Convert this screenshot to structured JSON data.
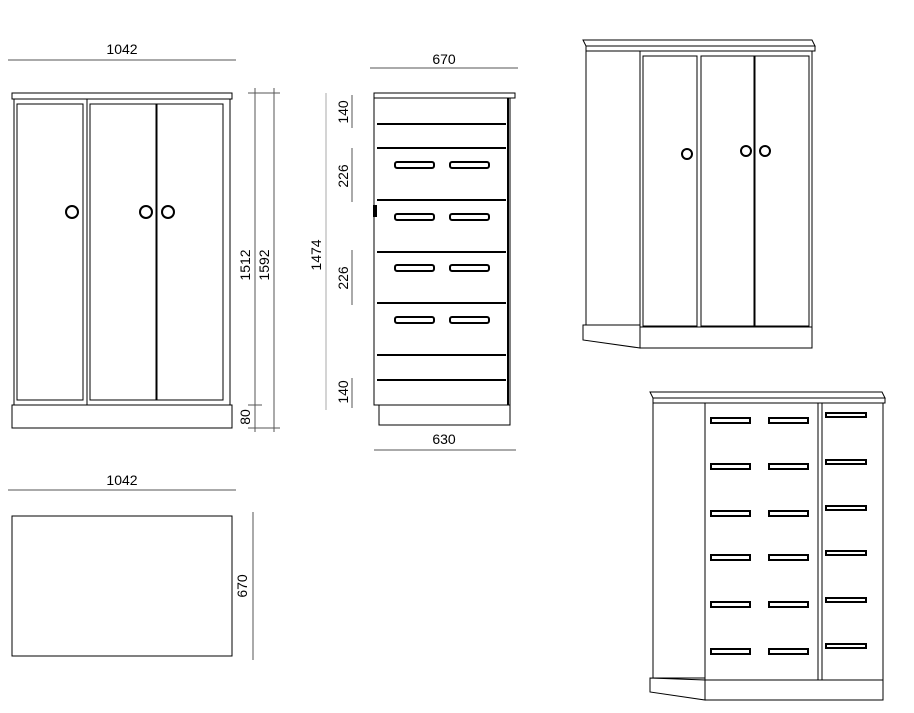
{
  "front_view": {
    "width_label": "1042",
    "height_label_body": "1512",
    "height_label_total": "1592",
    "plinth_label": "80"
  },
  "side_view": {
    "depth_label": "670",
    "inner_depth_label": "630",
    "inner_height_label": "1474",
    "top_gap_label": "140",
    "compartment_label_1": "226",
    "compartment_label_2": "226",
    "bottom_gap_label": "140"
  },
  "top_view": {
    "width_label": "1042",
    "depth_label": "670"
  },
  "perspective_views": {
    "closed_doors": 3,
    "open_compartments_rows": 6
  }
}
